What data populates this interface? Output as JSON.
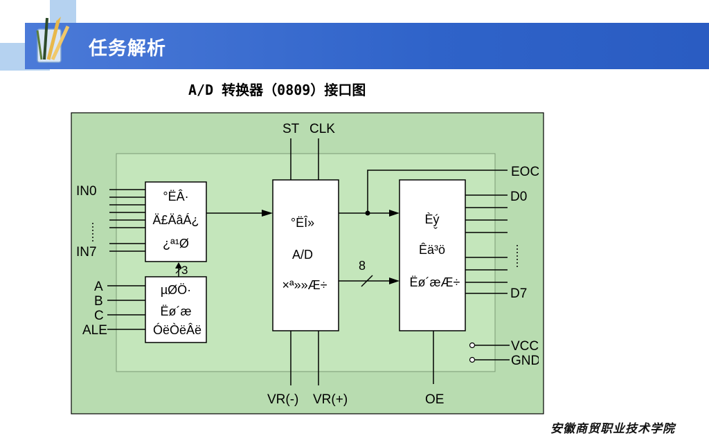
{
  "slide": {
    "title": "任务解析",
    "subtitle": "A/D 转换器（0809）接口图",
    "school": "安徽商贸职业技术学院"
  },
  "colors": {
    "title_bar": "#3265cc",
    "decor_light_blue": "#b5d2f0",
    "diagram_background": "#b8dcb0",
    "line": "#000000"
  },
  "icons": {
    "logo": "pens-cup-icon"
  },
  "diagram": {
    "pins": {
      "st": "ST",
      "clk": "CLK",
      "eoc": "EOC",
      "d0": "D0",
      "d7": "D7",
      "vcc": "VCC",
      "gnd": "GND",
      "oe": "OE",
      "vr_neg": "VR(-)",
      "vr_pos": "VR(+)",
      "in0": "IN0",
      "in7": "IN7",
      "a": "A",
      "b": "B",
      "c": "C",
      "ale": "ALE",
      "bus3": "3",
      "bus8": "8"
    },
    "blocks": {
      "mux": [
        "°ËÂ·",
        "Ä£ÄâÁ¿",
        "¿ª¹Ø"
      ],
      "decoder": [
        "µØÖ·",
        "Ëø´æ",
        "ÓëÒëÂë"
      ],
      "adc": [
        "°ËÎ»",
        "A/D",
        "×ª»»Æ÷"
      ],
      "latch": [
        "Èý̬",
        "Êä³ö",
        "Ëø´æÆ÷"
      ]
    }
  }
}
